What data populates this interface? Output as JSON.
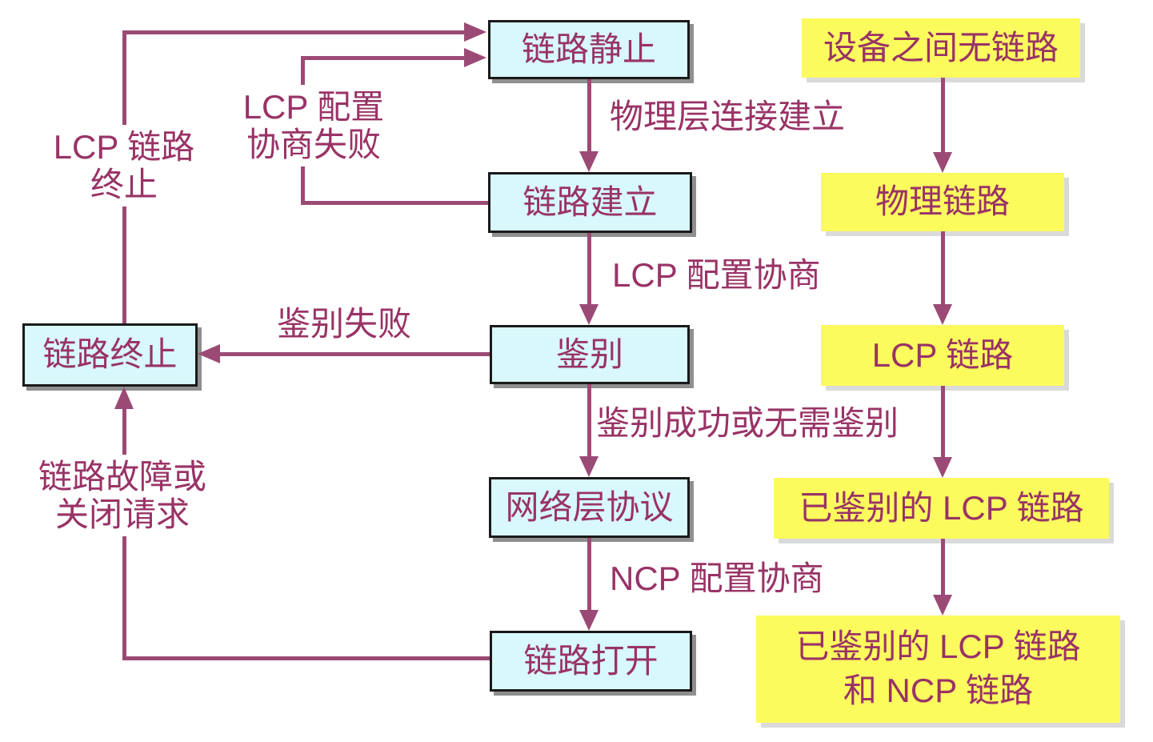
{
  "diagram": {
    "title_hint": "PPP link state transition diagram",
    "states": {
      "link_dead": "链路静止",
      "link_establish": "链路建立",
      "authenticate": "鉴别",
      "network_layer_protocol": "网络层协议",
      "link_open": "链路打开",
      "link_terminate": "链路终止"
    },
    "link_phases": {
      "no_link": "设备之间无链路",
      "physical_link": "物理链路",
      "lcp_link": "LCP 链路",
      "auth_lcp_link": "已鉴别的 LCP 链路",
      "auth_lcp_ncp_link": "已鉴别的 LCP 链路\n和 NCP 链路"
    },
    "transitions": {
      "physical_up": "物理层连接建立",
      "lcp_negotiation": "LCP 配置协商",
      "auth_success": "鉴别成功或无需鉴别",
      "ncp_negotiation": "NCP 配置协商",
      "auth_fail": "鉴别失败",
      "lcp_nego_fail": "LCP 配置\n协商失败",
      "lcp_link_terminate": "LCP 链路\n终止",
      "link_fault": "链路故障或\n关闭请求"
    },
    "colors": {
      "bg": "#ffffff",
      "line_color": "#9B4A75",
      "text_color": "#993366",
      "state_fill": "#D8F8FB",
      "state_border": "#1a1a1a",
      "state_shadow": "#8f8f8f",
      "phase_fill": "#FBFB5E",
      "phase_shadow": "#dadada"
    }
  }
}
